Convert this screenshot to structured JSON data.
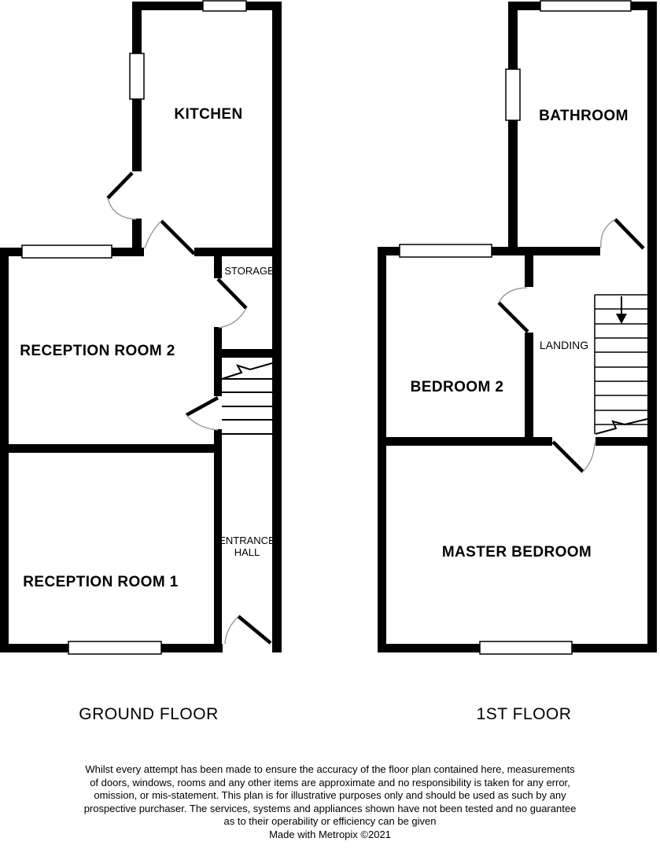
{
  "document": {
    "type": "floor-plan",
    "made_with": "Made with Metropix ©2021"
  },
  "colors": {
    "wall": "#000000",
    "background": "#ffffff",
    "door_arc": "#9a9a9a",
    "text": "#000000"
  },
  "icons": {
    "stairs_down_arrow": "down-arrow"
  },
  "ground_floor": {
    "label": "GROUND FLOOR",
    "rooms": {
      "kitchen": "KITCHEN",
      "storage": "STORAGE",
      "reception2": "RECEPTION ROOM 2",
      "entrance_hall_line1": "ENTRANCE",
      "entrance_hall_line2": "HALL",
      "reception1": "RECEPTION ROOM 1"
    }
  },
  "first_floor": {
    "label": "1ST FLOOR",
    "rooms": {
      "bathroom": "BATHROOM",
      "landing": "LANDING",
      "bedroom2": "BEDROOM 2",
      "master_bedroom": "MASTER BEDROOM"
    }
  },
  "disclaimer": {
    "lines": [
      "Whilst every attempt has been made to ensure the accuracy of the floor plan contained here, measurements",
      "of doors, windows, rooms and any other items are approximate and no responsibility is taken for any error,",
      "omission, or mis-statement. This plan is for illustrative purposes only and should be used as such by any",
      "prospective purchaser. The services, systems and appliances shown have not been tested and no guarantee",
      "as to their operability or efficiency can be given",
      "Made with Metropix ©2021"
    ]
  }
}
